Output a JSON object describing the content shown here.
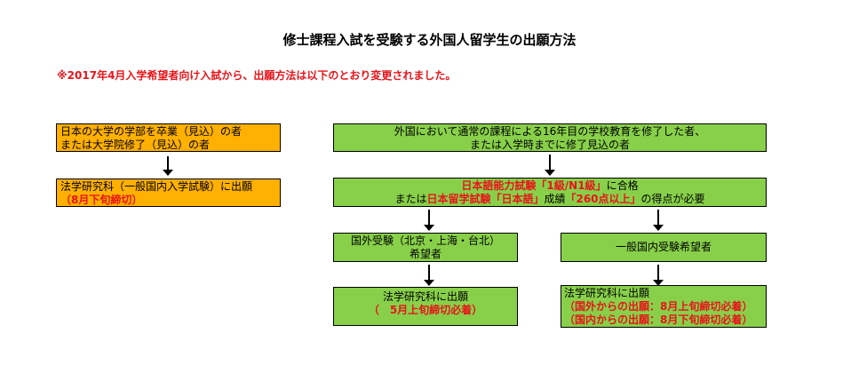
{
  "title": "修士課程入試を受験する外国人留学生の出願方法",
  "notice": "※2017年4月入学希望者向け入試から、出願方法は以下のとおり変更されました。",
  "left": {
    "box1": {
      "line1": "日本の大学の学部を卒業（見込）の者",
      "line2": "または大学院修了（見込）の者"
    },
    "box2": {
      "line1": "法学研究科（一般国内入学試験）に出願",
      "line2": "（8月下旬締切）"
    }
  },
  "right": {
    "top": {
      "line1": "外国において通常の課程による16年目の学校教育を修了した者、",
      "line2": "または入学時までに修了見込の者"
    },
    "req": {
      "l1_red": "日本語能力試験「1級/N1級」",
      "l1_rest": "に合格",
      "l2_a": "または",
      "l2_red1": "日本留学試験「日本語」",
      "l2_b": "成績",
      "l2_red2": "「260点以上」",
      "l2_c": "の得点が必要"
    },
    "abroad": {
      "line1": "国外受験（北京・上海・台北）",
      "line2": "希望者"
    },
    "domestic": {
      "line1": "一般国内受験希望者"
    },
    "apply_abroad": {
      "line1": "法学研究科に出願",
      "line2": "（　5月上旬締切必着）"
    },
    "apply_domestic": {
      "line1": "法学研究科に出願",
      "line2": "（国外からの出願：8月上旬締切必着）",
      "line3": "（国内からの出願：8月下旬締切必着）"
    }
  }
}
